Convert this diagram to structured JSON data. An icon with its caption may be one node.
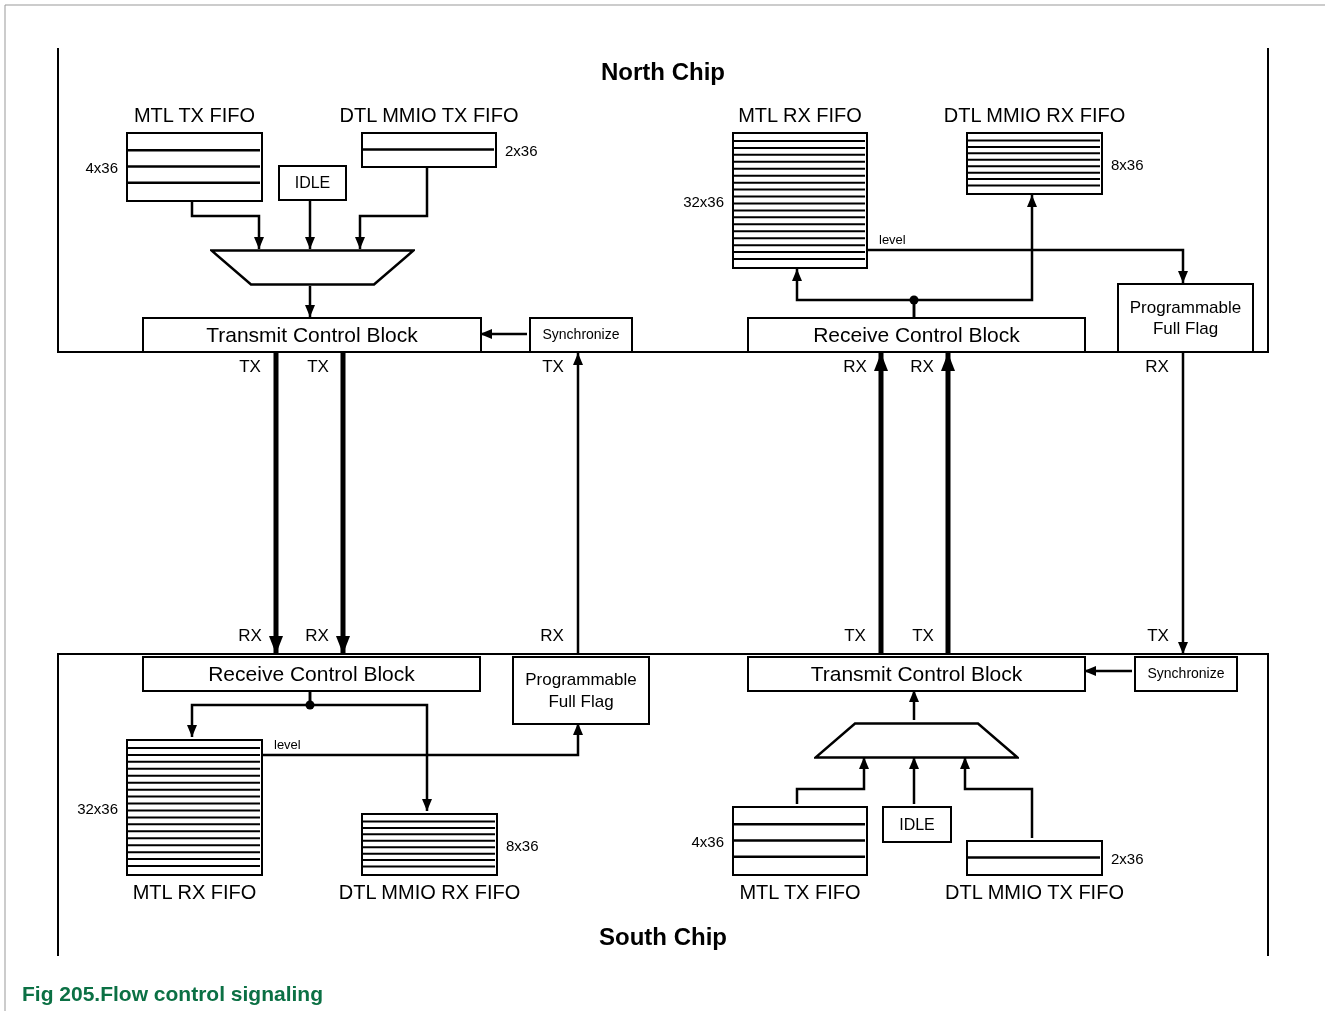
{
  "diagram": {
    "caption": "Fig 205.Flow control signaling",
    "nodes": [
      {
        "text": [
          "North Chip"
        ]
      },
      {
        "text": [
          "MTL TX FIFO"
        ],
        "beside": [
          "4x36"
        ],
        "in": 0
      },
      {
        "text": [
          "DTL MMIO TX FIFO"
        ],
        "beside": [
          "2x36"
        ],
        "in": 0
      },
      {
        "text": [
          "IDLE"
        ],
        "in": 0
      },
      {
        "text": [],
        "shape": "trapezoid",
        "in": 0
      },
      {
        "text": [
          "Transmit Control Block"
        ],
        "in": 0
      },
      {
        "text": [
          "Synchronize"
        ],
        "in": 0
      },
      {
        "text": [
          "MTL RX FIFO"
        ],
        "beside": [
          "32x36"
        ],
        "in": 0
      },
      {
        "text": [
          "DTL MMIO RX FIFO"
        ],
        "beside": [
          "8x36"
        ],
        "in": 0
      },
      {
        "text": [
          "Receive Control Block"
        ],
        "in": 0
      },
      {
        "text": [
          "Programmable Full Flag"
        ],
        "in": 0
      },
      {
        "text": [
          "South Chip"
        ]
      },
      {
        "text": [
          "Receive Control Block"
        ],
        "in": 11
      },
      {
        "text": [
          "Programmable Full Flag"
        ],
        "in": 11
      },
      {
        "text": [
          "MTL RX FIFO"
        ],
        "beside": [
          "32x36"
        ],
        "in": 11
      },
      {
        "text": [
          "DTL MMIO RX FIFO"
        ],
        "beside": [
          "8x36"
        ],
        "in": 11
      },
      {
        "text": [
          "Transmit Control Block"
        ],
        "in": 11
      },
      {
        "text": [
          "Synchronize"
        ],
        "in": 11
      },
      {
        "text": [],
        "shape": "trapezoid",
        "in": 11
      },
      {
        "text": [
          "MTL TX FIFO"
        ],
        "beside": [
          "4x36"
        ],
        "in": 11
      },
      {
        "text": [
          "IDLE"
        ],
        "in": 11
      },
      {
        "text": [
          "DTL MMIO TX FIFO"
        ],
        "beside": [
          "2x36"
        ],
        "in": 11
      }
    ],
    "edges": [
      {
        "from": 1,
        "to": 4,
        "arrow": "to"
      },
      {
        "from": 3,
        "to": 4,
        "arrow": "to"
      },
      {
        "from": 2,
        "to": 4,
        "arrow": "to"
      },
      {
        "from": 4,
        "to": 5,
        "arrow": "to"
      },
      {
        "from": 6,
        "to": 5,
        "arrow": "to"
      },
      {
        "from": 9,
        "to": 7,
        "arrow": "to"
      },
      {
        "from": 9,
        "to": 8,
        "arrow": "to"
      },
      {
        "from": 7,
        "to": 10,
        "arrow": "to",
        "label": "level"
      },
      {
        "from": 5,
        "to": 12,
        "arrow": "to",
        "style": "thick"
      },
      {
        "from": 5,
        "to": 12,
        "arrow": "to",
        "style": "thick"
      },
      {
        "from": 13,
        "to": 6,
        "arrow": "to"
      },
      {
        "from": 16,
        "to": 9,
        "arrow": "to",
        "style": "thick"
      },
      {
        "from": 16,
        "to": 9,
        "arrow": "to",
        "style": "thick"
      },
      {
        "from": 10,
        "to": 17,
        "arrow": "to"
      },
      {
        "from": 17,
        "to": 16,
        "arrow": "to"
      },
      {
        "from": 18,
        "to": 16,
        "arrow": "to"
      },
      {
        "from": 19,
        "to": 18,
        "arrow": "to"
      },
      {
        "from": 20,
        "to": 18,
        "arrow": "to"
      },
      {
        "from": 21,
        "to": 18,
        "arrow": "to"
      },
      {
        "from": 12,
        "to": 14,
        "arrow": "to"
      },
      {
        "from": 12,
        "to": 15,
        "arrow": "to"
      },
      {
        "from": 14,
        "to": 13,
        "arrow": "to",
        "label": "level"
      }
    ],
    "labels": [
      "TX",
      "TX",
      "TX",
      "RX",
      "RX",
      "RX",
      "RX",
      "RX",
      "RX",
      "TX",
      "TX",
      "TX"
    ]
  }
}
